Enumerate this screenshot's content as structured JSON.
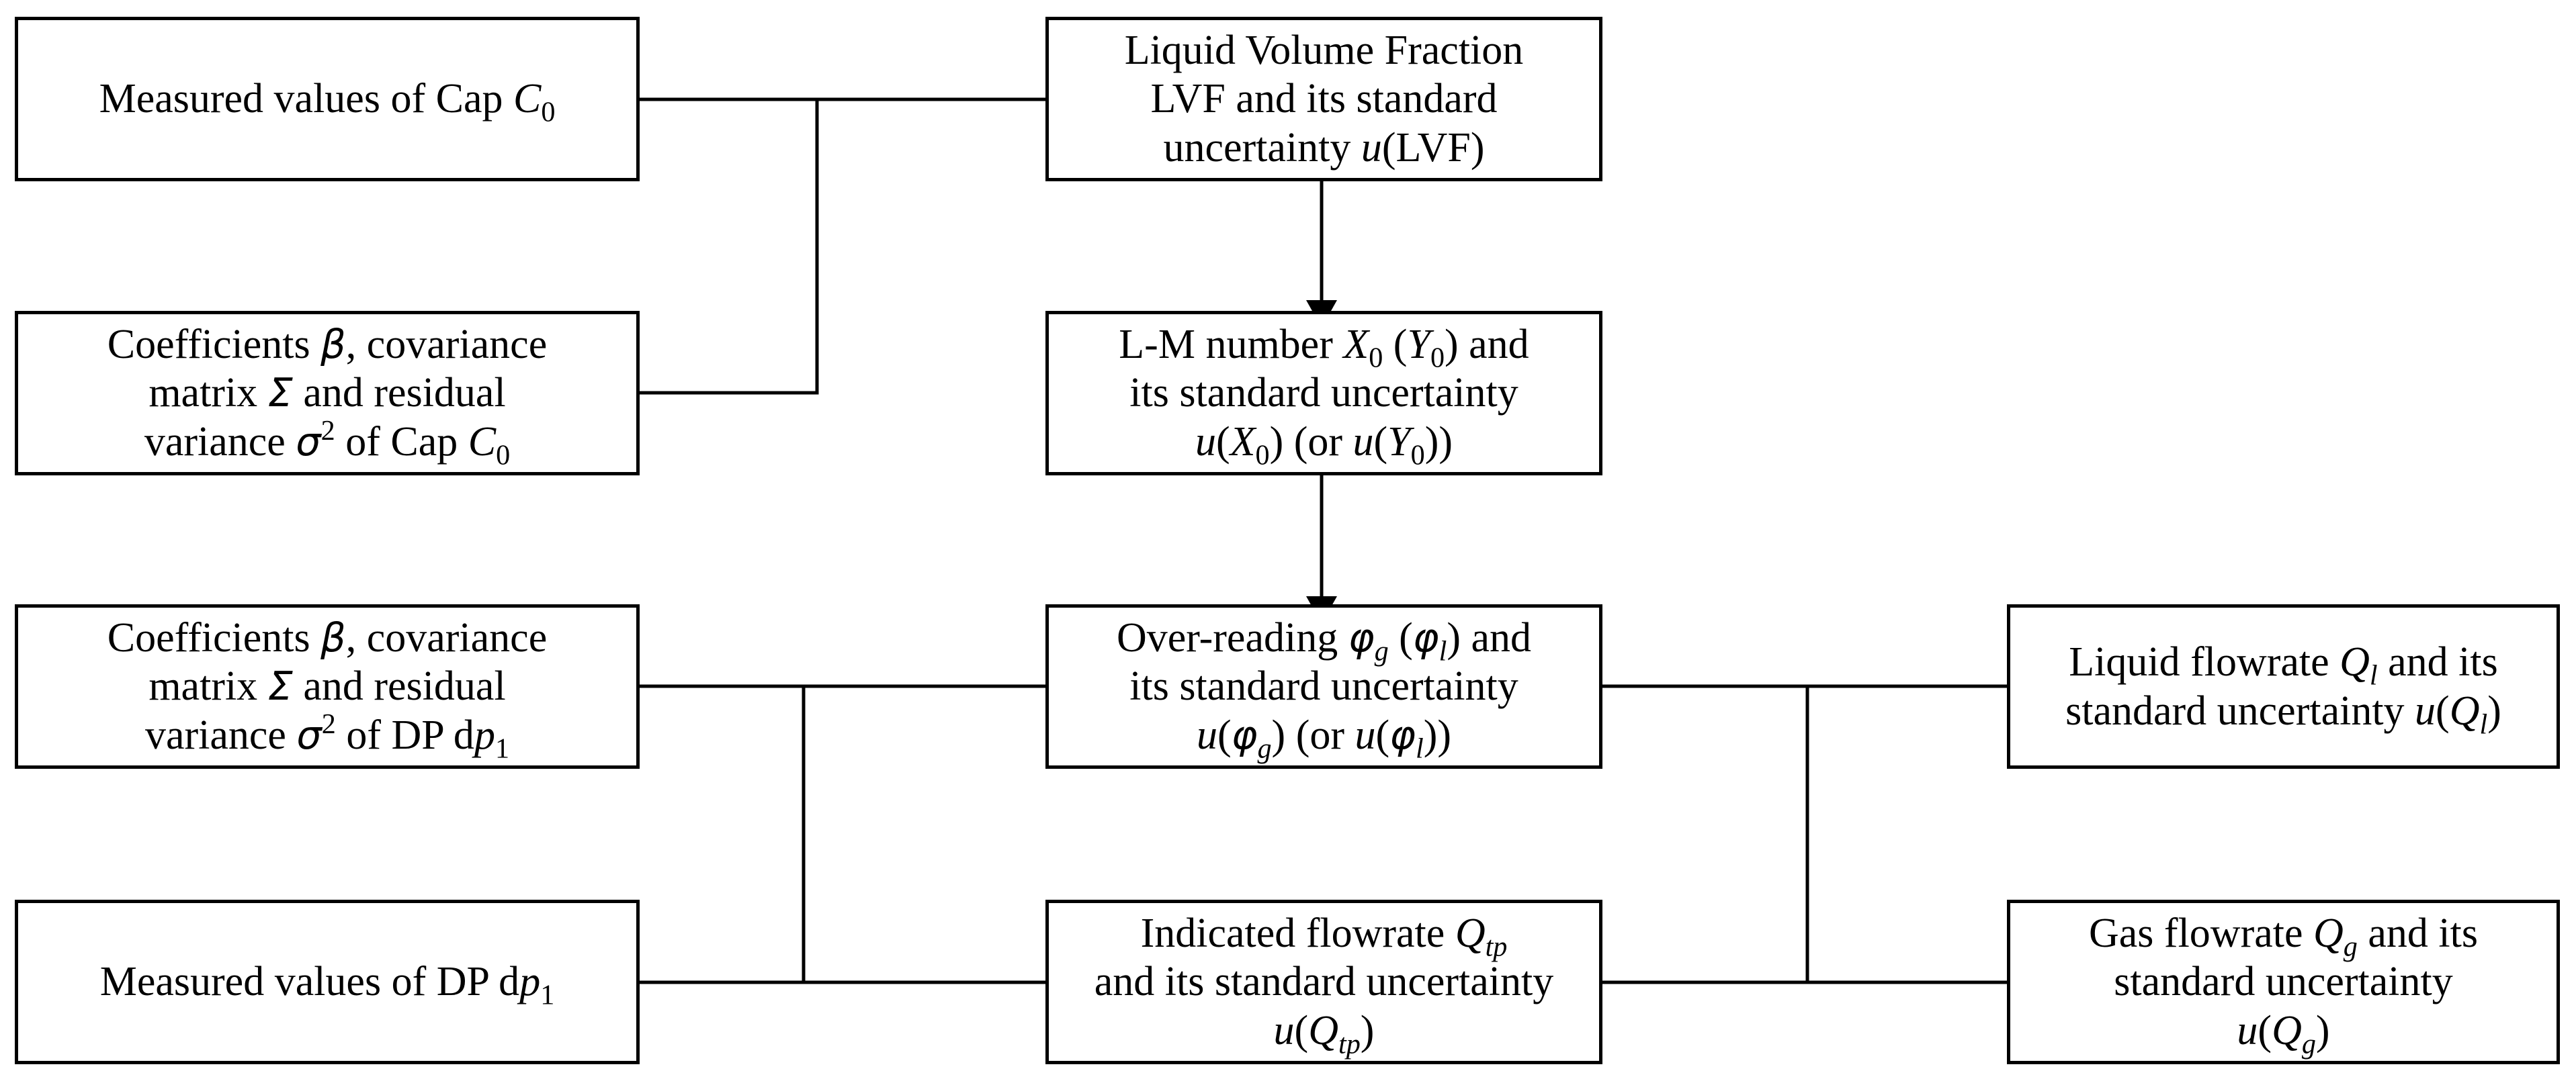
{
  "diagram": {
    "boxes": {
      "cap_measured": {
        "lines": [
          [
            {
              "t": "Measured values of Cap "
            },
            {
              "t": "C",
              "it": true
            },
            {
              "t": "0",
              "sub": true
            }
          ]
        ]
      },
      "cap_coefficients": {
        "lines": [
          [
            {
              "t": "Coefficients "
            },
            {
              "t": "β",
              "sym": true
            },
            {
              "t": ", covariance"
            }
          ],
          [
            {
              "t": "matrix "
            },
            {
              "t": "Σ",
              "sym": true
            },
            {
              "t": " and residual"
            }
          ],
          [
            {
              "t": "variance "
            },
            {
              "t": "σ",
              "sym": true
            },
            {
              "t": "2",
              "sup": true
            },
            {
              "t": " of Cap "
            },
            {
              "t": "C",
              "it": true
            },
            {
              "t": "0",
              "sub": true
            }
          ]
        ]
      },
      "dp_coefficients": {
        "lines": [
          [
            {
              "t": "Coefficients "
            },
            {
              "t": "β",
              "sym": true
            },
            {
              "t": ", covariance"
            }
          ],
          [
            {
              "t": "matrix "
            },
            {
              "t": "Σ",
              "sym": true
            },
            {
              "t": " and residual"
            }
          ],
          [
            {
              "t": "variance "
            },
            {
              "t": "σ",
              "sym": true
            },
            {
              "t": "2",
              "sup": true
            },
            {
              "t": " of DP d"
            },
            {
              "t": "p",
              "it": true
            },
            {
              "t": "1",
              "sub": true
            }
          ]
        ]
      },
      "dp_measured": {
        "lines": [
          [
            {
              "t": "Measured values of DP d"
            },
            {
              "t": "p",
              "it": true
            },
            {
              "t": "1",
              "sub": true
            }
          ]
        ]
      },
      "lvf": {
        "lines": [
          [
            {
              "t": "Liquid Volume Fraction"
            }
          ],
          [
            {
              "t": "LVF and its standard"
            }
          ],
          [
            {
              "t": "uncertainty "
            },
            {
              "t": "u",
              "it": true
            },
            {
              "t": "(LVF)"
            }
          ]
        ]
      },
      "lm_number": {
        "lines": [
          [
            {
              "t": "L-M number "
            },
            {
              "t": "X",
              "it": true
            },
            {
              "t": "0",
              "sub": true
            },
            {
              "t": " ("
            },
            {
              "t": "Y",
              "it": true
            },
            {
              "t": "0",
              "sub": true
            },
            {
              "t": ") and"
            }
          ],
          [
            {
              "t": "its standard uncertainty"
            }
          ],
          [
            {
              "t": "u",
              "it": true
            },
            {
              "t": "("
            },
            {
              "t": "X",
              "it": true
            },
            {
              "t": "0",
              "sub": true
            },
            {
              "t": ") (or "
            },
            {
              "t": "u",
              "it": true
            },
            {
              "t": "("
            },
            {
              "t": "Y",
              "it": true
            },
            {
              "t": "0",
              "sub": true
            },
            {
              "t": "))"
            }
          ]
        ]
      },
      "over_reading": {
        "lines": [
          [
            {
              "t": "Over-reading "
            },
            {
              "t": "φ",
              "sym": true
            },
            {
              "t": "g",
              "sub": true,
              "it": true
            },
            {
              "t": " ("
            },
            {
              "t": "φ",
              "sym": true
            },
            {
              "t": "l",
              "sub": true,
              "it": true
            },
            {
              "t": ") and"
            }
          ],
          [
            {
              "t": "its standard uncertainty"
            }
          ],
          [
            {
              "t": "u",
              "it": true
            },
            {
              "t": "("
            },
            {
              "t": "φ",
              "sym": true
            },
            {
              "t": "g",
              "sub": true,
              "it": true
            },
            {
              "t": ") (or "
            },
            {
              "t": "u",
              "it": true
            },
            {
              "t": "("
            },
            {
              "t": "φ",
              "sym": true
            },
            {
              "t": "l",
              "sub": true,
              "it": true
            },
            {
              "t": "))"
            }
          ]
        ]
      },
      "indicated_flowrate": {
        "lines": [
          [
            {
              "t": "Indicated flowrate "
            },
            {
              "t": "Q",
              "it": true
            },
            {
              "t": "tp",
              "sub": true,
              "it": true
            }
          ],
          [
            {
              "t": "and its standard uncertainty"
            }
          ],
          [
            {
              "t": "u",
              "it": true
            },
            {
              "t": "("
            },
            {
              "t": "Q",
              "it": true
            },
            {
              "t": "tp",
              "sub": true,
              "it": true
            },
            {
              "t": ")"
            }
          ]
        ]
      },
      "liquid_flowrate": {
        "lines": [
          [
            {
              "t": "Liquid flowrate "
            },
            {
              "t": "Q",
              "it": true
            },
            {
              "t": "l",
              "sub": true,
              "it": true
            },
            {
              "t": " and its"
            }
          ],
          [
            {
              "t": "standard uncertainty "
            },
            {
              "t": "u",
              "it": true
            },
            {
              "t": "("
            },
            {
              "t": "Q",
              "it": true
            },
            {
              "t": "l",
              "sub": true,
              "it": true
            },
            {
              "t": ")"
            }
          ]
        ]
      },
      "gas_flowrate": {
        "lines": [
          [
            {
              "t": "Gas flowrate "
            },
            {
              "t": "Q",
              "it": true
            },
            {
              "t": "g",
              "sub": true,
              "it": true
            },
            {
              "t": " and its"
            }
          ],
          [
            {
              "t": "standard uncertainty"
            }
          ],
          [
            {
              "t": "u",
              "it": true
            },
            {
              "t": "("
            },
            {
              "t": "Q",
              "it": true
            },
            {
              "t": "g",
              "sub": true,
              "it": true
            },
            {
              "t": ")"
            }
          ]
        ]
      }
    }
  }
}
